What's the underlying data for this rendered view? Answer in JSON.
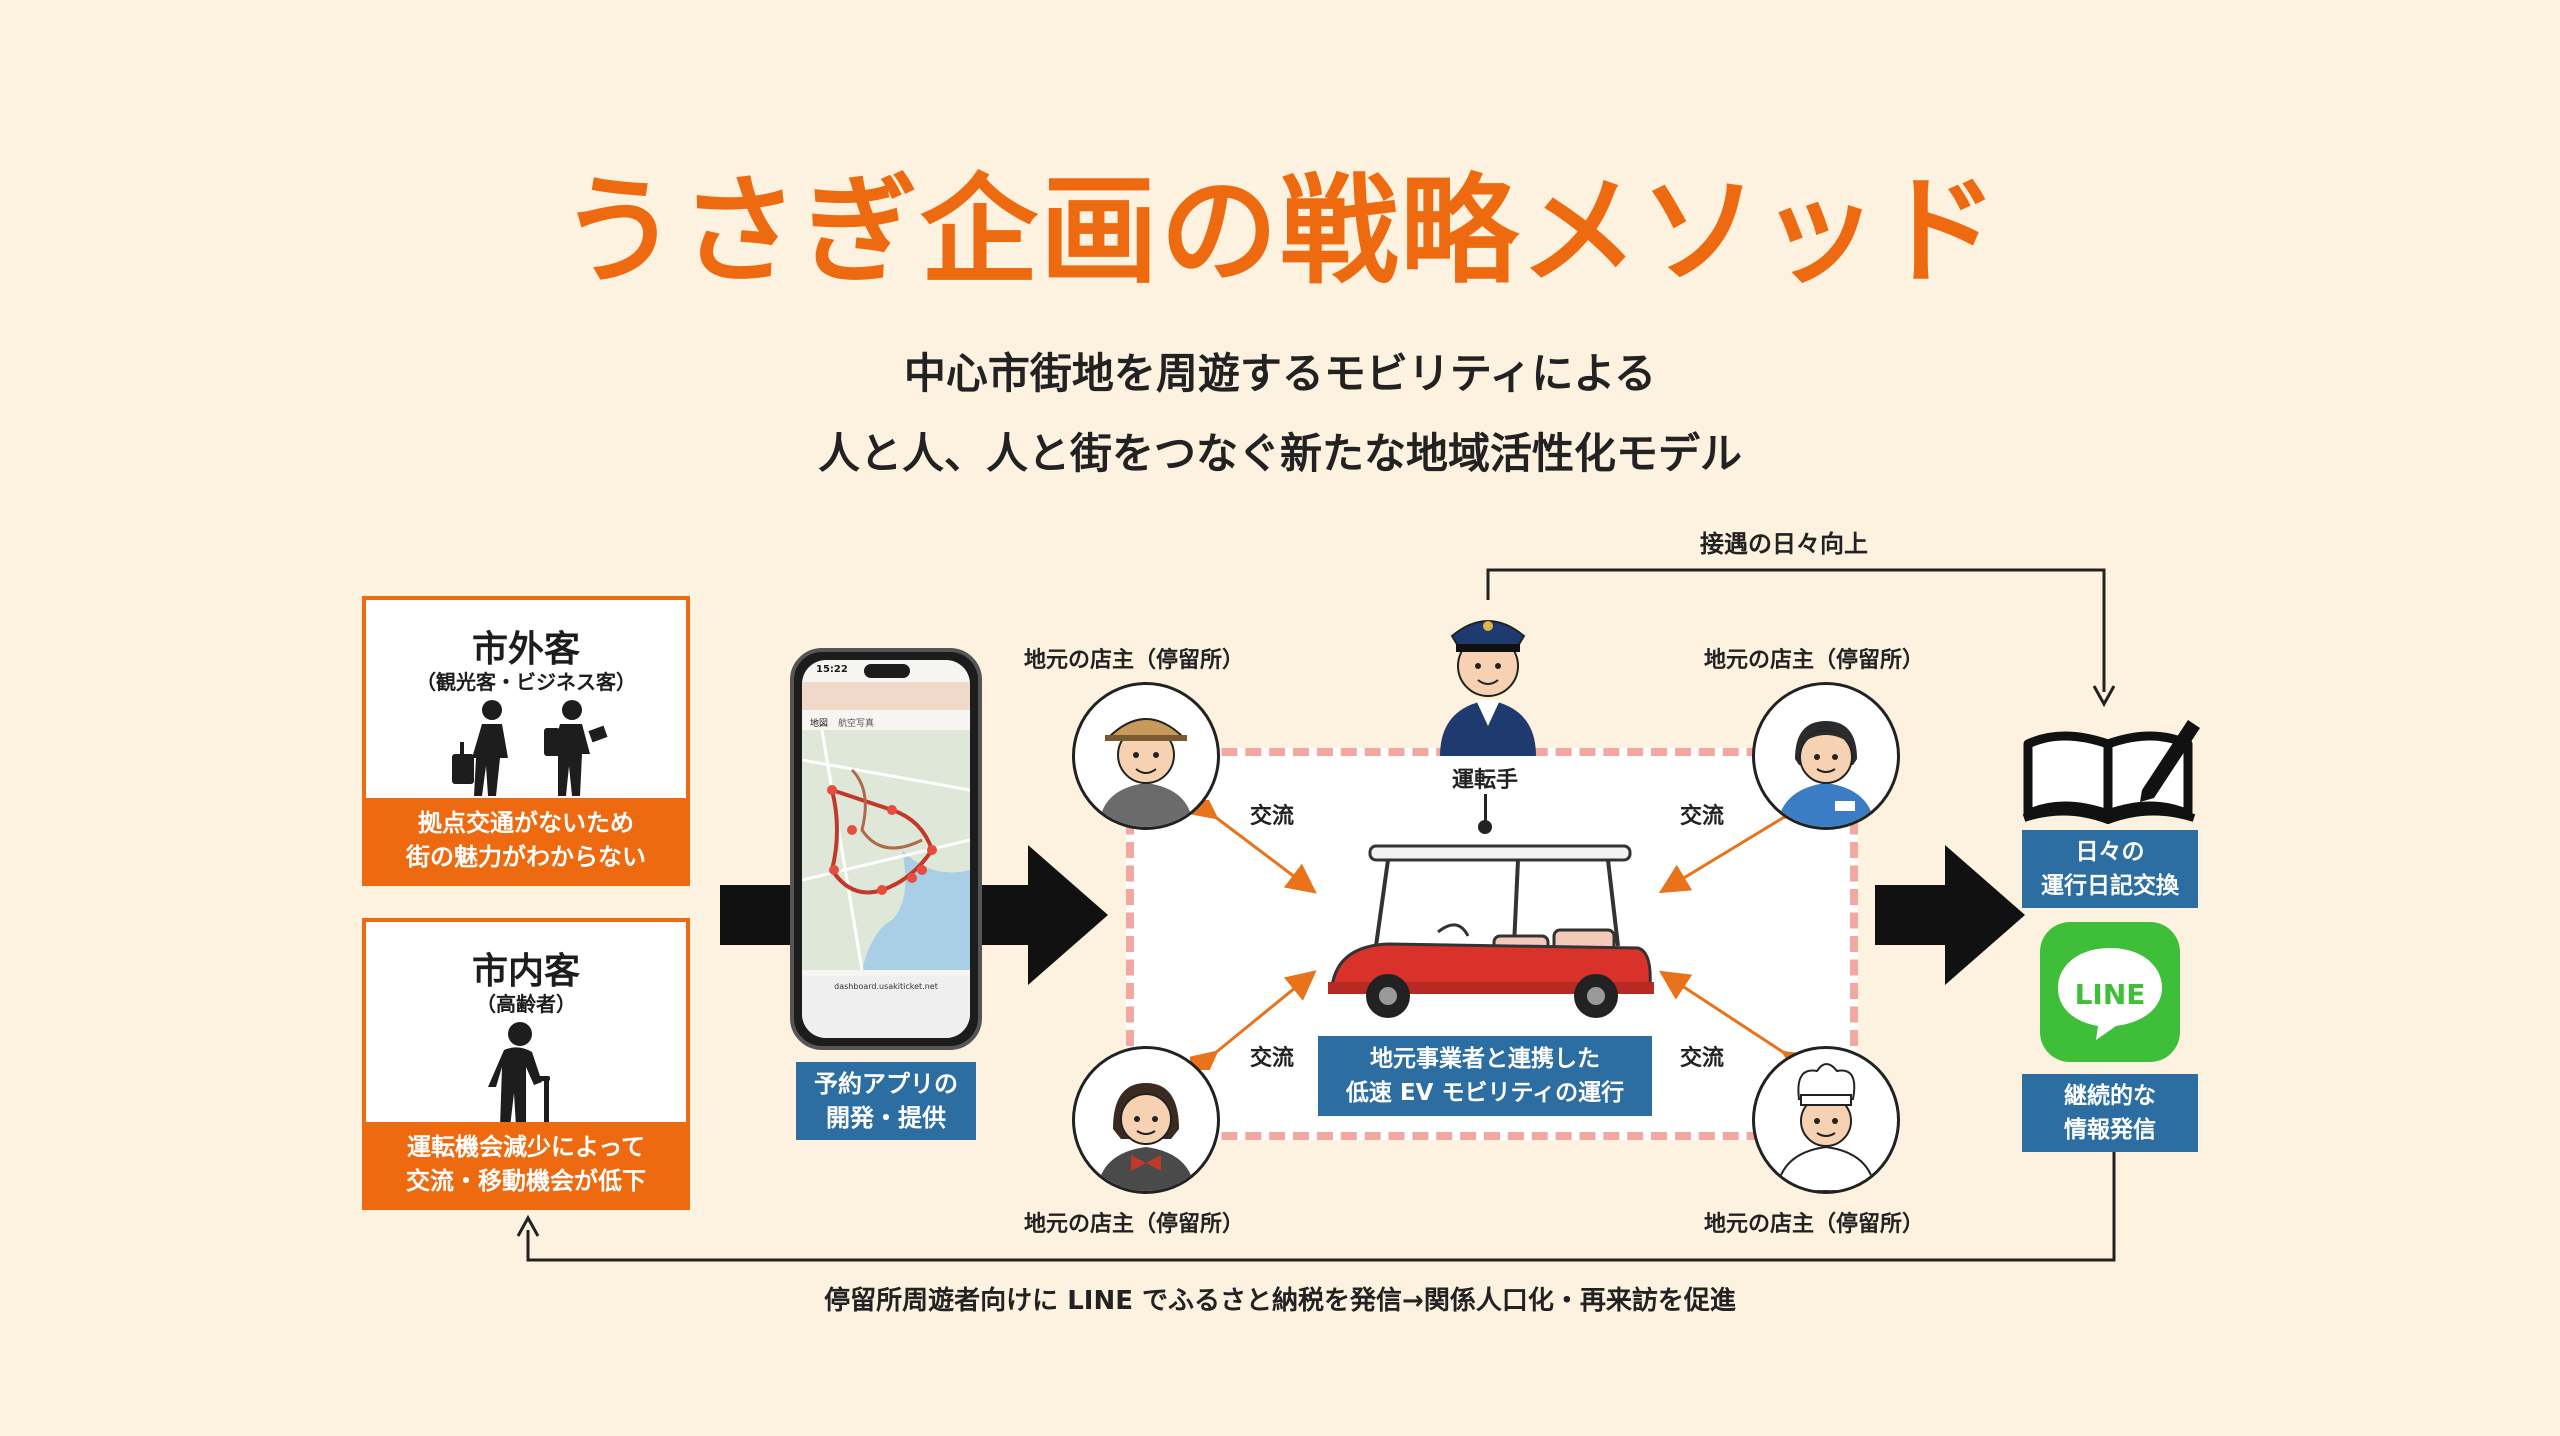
{
  "title": "うさぎ企画の戦略メソッド",
  "subtitle": {
    "line1": "中心市街地を周遊するモビリティによる",
    "line2": "人と人、人と街をつなぐ新たな地域活性化モデル"
  },
  "customers": {
    "outside": {
      "title": "市外客",
      "sub": "（観光客・ビジネス客）",
      "band_line1": "拠点交通がないため",
      "band_line2": "街の魅力がわからない"
    },
    "inside": {
      "title": "市内客",
      "sub": "（高齢者）",
      "band_line1": "運転機会減少によって",
      "band_line2": "交流・移動機会が低下"
    }
  },
  "phone": {
    "time": "15:22",
    "url": "dashboard.usakiticket.net",
    "tab1": "地図",
    "tab2": "航空写真",
    "caption_line1": "予約アプリの",
    "caption_line2": "開発・提供"
  },
  "driver_label": "運転手",
  "shop_label": "地元の店主（停留所）",
  "exchange_label": "交流",
  "center_box": {
    "line1": "地元事業者と連携した",
    "line2": "低速 EV モビリティの運行"
  },
  "top_flow_label": "接遇の日々向上",
  "diary_box": {
    "line1": "日々の",
    "line2": "運行日記交換"
  },
  "line_logo_text": "LINE",
  "info_box": {
    "line1": "継続的な",
    "line2": "情報発信"
  },
  "bottom_flow_label": "停留所周遊者向けに LINE でふるさと納税を発信→関係人口化・再来訪を促進",
  "colors": {
    "accent": "#EE6A10",
    "blue": "#2D6EA2",
    "background": "#FDF1E0",
    "line_green": "#3FBE3A",
    "dotted_border": "#F2A7A0"
  }
}
